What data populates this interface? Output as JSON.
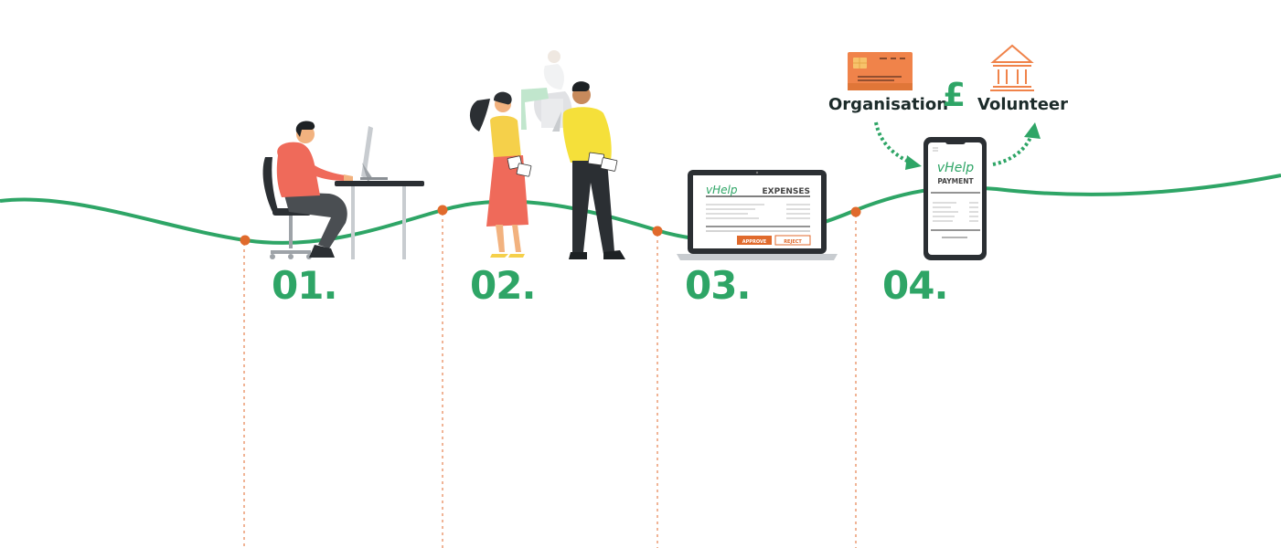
{
  "steps": [
    {
      "number": "01."
    },
    {
      "number": "02."
    },
    {
      "number": "03."
    },
    {
      "number": "04."
    }
  ],
  "laptop_screen": {
    "brand": "vHelp",
    "title": "EXPENSES",
    "approve_label": "APPROVE",
    "reject_label": "REJECT"
  },
  "phone_screen": {
    "brand": "vHelp",
    "title": "PAYMENT"
  },
  "payment_flow": {
    "from_label": "Organisation",
    "currency_symbol": "£",
    "to_label": "Volunteer"
  },
  "icons": [
    "card-icon",
    "bank-icon"
  ],
  "colors": {
    "accent_green": "#2ea566",
    "marker_orange": "#e06a2c",
    "card_orange": "#f0834a"
  }
}
